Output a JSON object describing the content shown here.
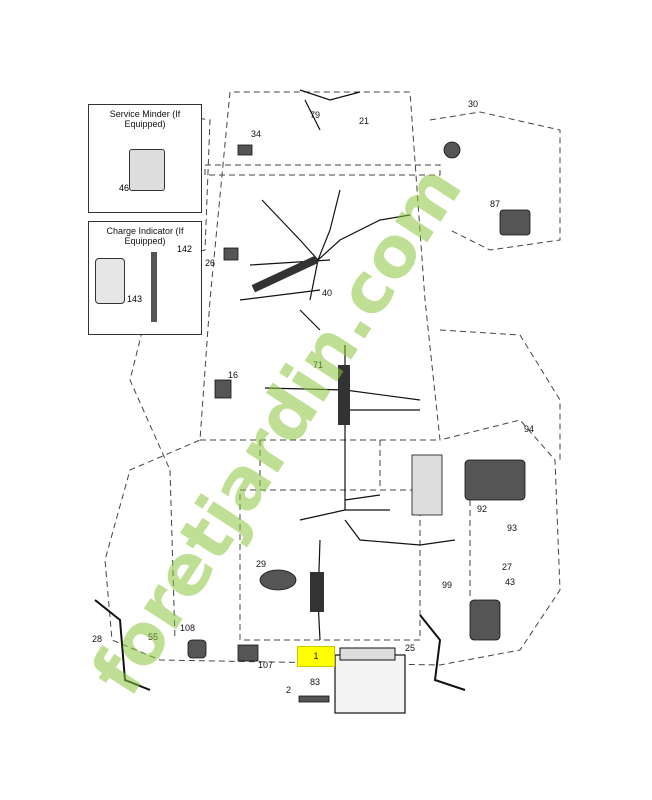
{
  "insets": {
    "service_minder": {
      "title": "Service Minder (If Equipped)",
      "part": "46"
    },
    "charge_indicator": {
      "title": "Charge Indicator (If Equipped)",
      "part_a": "142",
      "part_b": "143"
    }
  },
  "highlight": {
    "part": "1",
    "color": "#ffff00"
  },
  "parts": {
    "p30": "30",
    "p79": "79",
    "p21": "21",
    "p34": "34",
    "p87": "87",
    "p26": "26",
    "p40": "40",
    "p71": "71",
    "p16": "16",
    "p94": "94",
    "p92": "92",
    "p93": "93",
    "p29": "29",
    "p27": "27",
    "p43": "43",
    "p99": "99",
    "p28": "28",
    "p55": "55",
    "p108": "108",
    "p107": "107",
    "p25": "25",
    "p2": "2",
    "p83": "83"
  },
  "watermark": {
    "text": "foretjardin.com",
    "colors": [
      "#f5a23a",
      "#8bc53f"
    ]
  }
}
